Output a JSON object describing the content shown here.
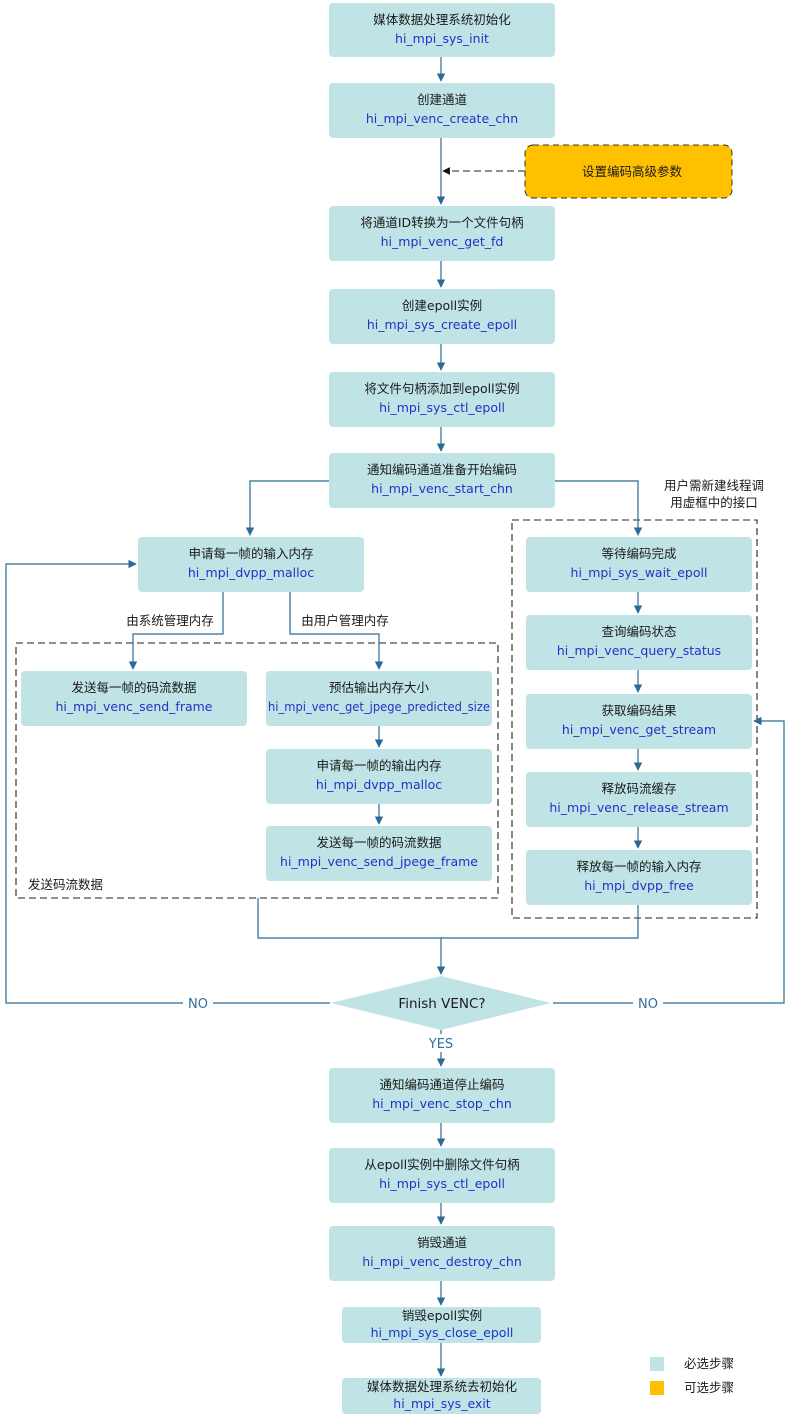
{
  "steps": {
    "sys_init": {
      "title": "媒体数据处理系统初始化",
      "api": "hi_mpi_sys_init"
    },
    "create_chn": {
      "title": "创建通道",
      "api": "hi_mpi_venc_create_chn"
    },
    "set_params": {
      "title": "设置编码高级参数"
    },
    "get_fd": {
      "title": "将通道ID转换为一个文件句柄",
      "api": "hi_mpi_venc_get_fd"
    },
    "create_epoll": {
      "title": "创建epoll实例",
      "api": "hi_mpi_sys_create_epoll"
    },
    "ctl_epoll_add": {
      "title": "将文件句柄添加到epoll实例",
      "api": "hi_mpi_sys_ctl_epoll"
    },
    "start_chn": {
      "title": "通知编码通道准备开始编码",
      "api": "hi_mpi_venc_start_chn"
    },
    "dvpp_malloc_in": {
      "title": "申请每一帧的输入内存",
      "api": "hi_mpi_dvpp_malloc"
    },
    "send_frame": {
      "title": "发送每一帧的码流数据",
      "api": "hi_mpi_venc_send_frame"
    },
    "predicted_size": {
      "title": "预估输出内存大小",
      "api": "hi_mpi_venc_get_jpege_predicted_size"
    },
    "dvpp_malloc_out": {
      "title": "申请每一帧的输出内存",
      "api": "hi_mpi_dvpp_malloc"
    },
    "send_jpege": {
      "title": "发送每一帧的码流数据",
      "api": "hi_mpi_venc_send_jpege_frame"
    },
    "wait_epoll": {
      "title": "等待编码完成",
      "api": "hi_mpi_sys_wait_epoll"
    },
    "query_status": {
      "title": "查询编码状态",
      "api": "hi_mpi_venc_query_status"
    },
    "get_stream": {
      "title": "获取编码结果",
      "api": "hi_mpi_venc_get_stream"
    },
    "release_stream": {
      "title": "释放码流缓存",
      "api": "hi_mpi_venc_release_stream"
    },
    "dvpp_free": {
      "title": "释放每一帧的输入内存",
      "api": "hi_mpi_dvpp_free"
    },
    "stop_chn": {
      "title": "通知编码通道停止编码",
      "api": "hi_mpi_venc_stop_chn"
    },
    "ctl_epoll_del": {
      "title": "从epoll实例中删除文件句柄",
      "api": "hi_mpi_sys_ctl_epoll"
    },
    "destroy_chn": {
      "title": "销毁通道",
      "api": "hi_mpi_venc_destroy_chn"
    },
    "close_epoll": {
      "title": "销毁epoll实例",
      "api": "hi_mpi_sys_close_epoll"
    },
    "sys_exit": {
      "title": "媒体数据处理系统去初始化",
      "api": "hi_mpi_sys_exit"
    }
  },
  "decision": {
    "text": "Finish VENC?",
    "no_left": "NO",
    "no_right": "NO",
    "yes": "YES"
  },
  "labels": {
    "system_managed": "由系统管理内存",
    "user_managed": "由用户管理内存",
    "send_stream_group": "发送码流数据",
    "user_thread_line1": "用户需新建线程调",
    "user_thread_line2": "用虚框中的接口"
  },
  "legend": {
    "required": "必选步骤",
    "optional": "可选步骤"
  },
  "colors": {
    "required": "#c0e3e6",
    "optional": "#ffc000",
    "api_text": "#1f33c8",
    "connector": "#2b6a95"
  }
}
